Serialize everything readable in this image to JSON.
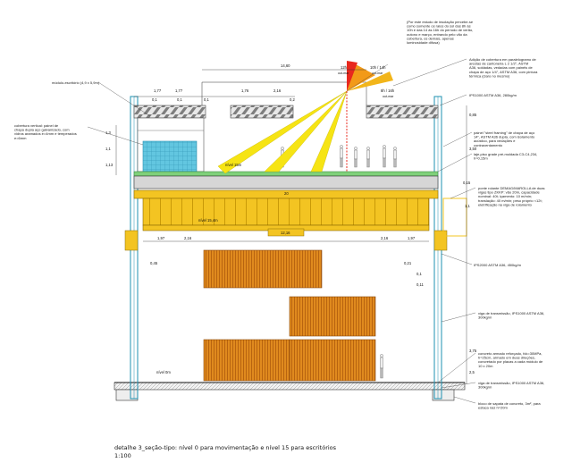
{
  "caption": {
    "title": "detalhe 3_seção-tipo: nível 0 para movimentação e nível 15 para escritórios",
    "scale": "1:100"
  },
  "colors": {
    "steel": "#1e90b0",
    "crane": "#f3c422",
    "crane_dark": "#c99a08",
    "container": "#e08a1e",
    "container_rib": "#b86410",
    "glass": "#62c6e0",
    "floor_green": "#7fd07a",
    "sun_red": "#e8281e",
    "sun_orange": "#f29a18",
    "sun_yellow": "#f6e414",
    "roof_hatch": "#9a9a9a"
  },
  "annotations": {
    "sun_note": "(Por este estudo de insolação percebe-se como somente os raios do sol das 8h às 10h e das 14 às 16h do período de verão, outono e março, entrando pelo vão da cobertura, os demais, apenas luminosidade difusa)",
    "office_module": "módulo-escritório (4,9 x 5,9m)",
    "shell": "cobertura vertical: painel de chapa dupla aço galvanizado, com vidros aramados e=4mm e temperados e=6mm",
    "roof_light": "Adição de cobertura em paralelogramo de arestas de cantoneira L 2 1/2\", ASTM A36, soldadas, vedadas com painéis de chapa de aço 1/4\", ASTM A36, com pintura térmica (claro no mesmo)",
    "roof_beam": "IPS1000 ASTM A36, 280kg/m",
    "steel_frame_panel": "painel \"steel framing\" de chapa de aço 14\", ASTM A36 dupla, com isolamento acústico, para vedações e contraventamento",
    "slab": "laje-piso grade pré-moldada C3-C4,234, h=0,15m",
    "crane": "ponte rolante DEMAG/MAROLLA de duas vigas tipo ZKKP: vão 20m, capacidade nominal: 40t; içamento: 10 m/min; translação: 40 m/min; peso próprio <12t; eletrificação na viga de rolamento",
    "column": "IPS2000 ASTM A36, 450kg/m",
    "runway_beam_1": "viga de transmissão, IPS1000 ASTM A36, 300kg/m",
    "ground_slab": "concreto armado reforçado, fck=30MPa, h=25cm, armado em duas direções, concretado por placas a cada módulo de 10 x 20m",
    "runway_beam_2": "viga de transmissão, IPS1000 ASTM A36, 300kg/m",
    "foundation": "bloco de sapata de concreto, 3m², para estaca raiz h=20m"
  },
  "sun": {
    "label_12h": "12h",
    "label_12h_sub": "out-mar",
    "label_10h": "10h / 14h",
    "label_10h_sub": "out-mar",
    "label_8h": "8h / 16h",
    "label_8h_sub": "out-mar"
  },
  "dims": {
    "span_total": "14,60",
    "top_left_1": "1,77",
    "top_left_2": "1,77",
    "top_left_3": "0,1",
    "top_left_4": "0,1",
    "top_left_5": "0,1",
    "top_mid_1": "1,76",
    "top_mid_2": "2,16",
    "top_mid_3": "0,2",
    "right_1": "0,85",
    "right_2": "3,50",
    "right_3": "0,15",
    "right_4": "1,1",
    "right_5": "3,75",
    "right_6": "2,5",
    "left_h1": "1,3",
    "left_h2": "1,1",
    "left_h3": "1,13",
    "level_15": "nível 15m",
    "level_15_crane": "nível 15,4m",
    "level_0": "nível 0m",
    "crane_span": "20",
    "crane_clear": "12,16",
    "lower_1": "1,97",
    "lower_2": "2,16",
    "lower_3": "2,16",
    "lower_4": "1,97",
    "side_1": "0,45",
    "side_2": "0,21",
    "side_3": "0,1",
    "side_4": "0,11"
  }
}
